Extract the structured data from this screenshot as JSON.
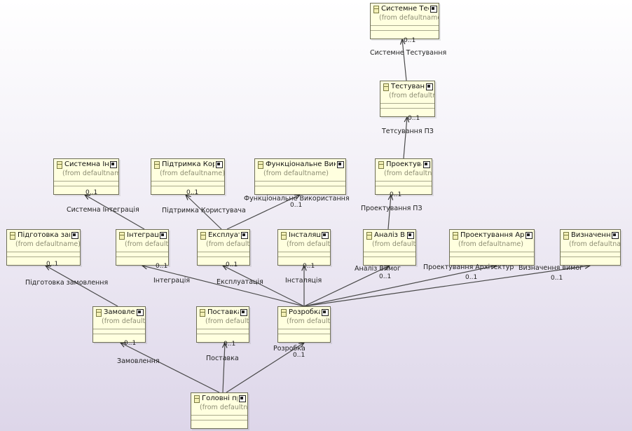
{
  "nodes": [
    {
      "id": "system-testing",
      "name": "Системне Тестува",
      "from": "(from defaultname)"
    },
    {
      "id": "testing",
      "name": "Тестування",
      "from": "(from defaultname)"
    },
    {
      "id": "design",
      "name": "Проектування П",
      "from": "(from defaultname)"
    },
    {
      "id": "system-integration",
      "name": "Системна Інтегра",
      "from": "(from defaultname)"
    },
    {
      "id": "user-support",
      "name": "Підтримка Користув",
      "from": "(from defaultname)"
    },
    {
      "id": "functional-use",
      "name": "Функціональне Використа",
      "from": "(from defaultname)"
    },
    {
      "id": "order-prep",
      "name": "Підготовка замовлен",
      "from": "(from defaultname)"
    },
    {
      "id": "integration",
      "name": "Інтеграція",
      "from": "(from defaultname)"
    },
    {
      "id": "operation",
      "name": "Експлуатаці",
      "from": "(from defaultname)"
    },
    {
      "id": "installation",
      "name": "Інсталяція",
      "from": "(from defaultname)"
    },
    {
      "id": "requirements-analysis",
      "name": "Аналіз Вимо",
      "from": "(from defaultname)"
    },
    {
      "id": "architecture-design",
      "name": "Проектування Архітект",
      "from": "(from defaultname)"
    },
    {
      "id": "requirements-definition",
      "name": "Визначення Вим",
      "from": "(from defaultname)"
    },
    {
      "id": "ordering",
      "name": "Замовлення",
      "from": "(from defaultname)"
    },
    {
      "id": "supply",
      "name": "Поставка",
      "from": "(from defaultname)"
    },
    {
      "id": "development",
      "name": "Розробка",
      "from": "(from defaultname)"
    },
    {
      "id": "main-processes",
      "name": "Головні процес",
      "from": "(from defaultname)"
    }
  ],
  "edges": [
    {
      "id": "e-system-testing",
      "from": "testing",
      "to": "system-testing",
      "label": "Системне Тестування",
      "multiplicity": "0..1"
    },
    {
      "id": "e-testing",
      "from": "design",
      "to": "testing",
      "label": "Тетсування ПЗ",
      "multiplicity": "0..1"
    },
    {
      "id": "e-design",
      "from": "requirements-analysis",
      "to": "design",
      "label": "Проектування ПЗ",
      "multiplicity": "0..1"
    },
    {
      "id": "e-system-integration",
      "from": "integration",
      "to": "system-integration",
      "label": "Системна Інтеграція",
      "multiplicity": "0..1"
    },
    {
      "id": "e-user-support",
      "from": "operation",
      "to": "user-support",
      "label": "Підтримка Користувача",
      "multiplicity": "0..1"
    },
    {
      "id": "e-functional-use",
      "from": "operation",
      "to": "functional-use",
      "label": "Функціональне Використання",
      "multiplicity": "0..1"
    },
    {
      "id": "e-order-prep",
      "from": "ordering",
      "to": "order-prep",
      "label": "Підготовка замовлення",
      "multiplicity": "0..1"
    },
    {
      "id": "e-integration",
      "from": "development",
      "to": "integration",
      "label": "Інтеграція",
      "multiplicity": "0..1"
    },
    {
      "id": "e-operation",
      "from": "development",
      "to": "operation",
      "label": "Експлуатація",
      "multiplicity": "0..1"
    },
    {
      "id": "e-installation",
      "from": "development",
      "to": "installation",
      "label": "Інсталяція",
      "multiplicity": "0..1"
    },
    {
      "id": "e-requirements-analysis",
      "from": "development",
      "to": "requirements-analysis",
      "label": "Аналіз Вимог",
      "multiplicity": "0..1"
    },
    {
      "id": "e-architecture-design",
      "from": "development",
      "to": "architecture-design",
      "label": "Проектування Архітектур",
      "multiplicity": "0..1"
    },
    {
      "id": "e-requirements-definition",
      "from": "development",
      "to": "requirements-definition",
      "label": "Визначення вимог",
      "multiplicity": "0..1"
    },
    {
      "id": "e-ordering",
      "from": "main-processes",
      "to": "ordering",
      "label": "Замовлення",
      "multiplicity": "0..1"
    },
    {
      "id": "e-supply",
      "from": "main-processes",
      "to": "supply",
      "label": "Поставка",
      "multiplicity": "0..1"
    },
    {
      "id": "e-development",
      "from": "main-processes",
      "to": "development",
      "label": "Розробка",
      "multiplicity": "0..1"
    }
  ]
}
